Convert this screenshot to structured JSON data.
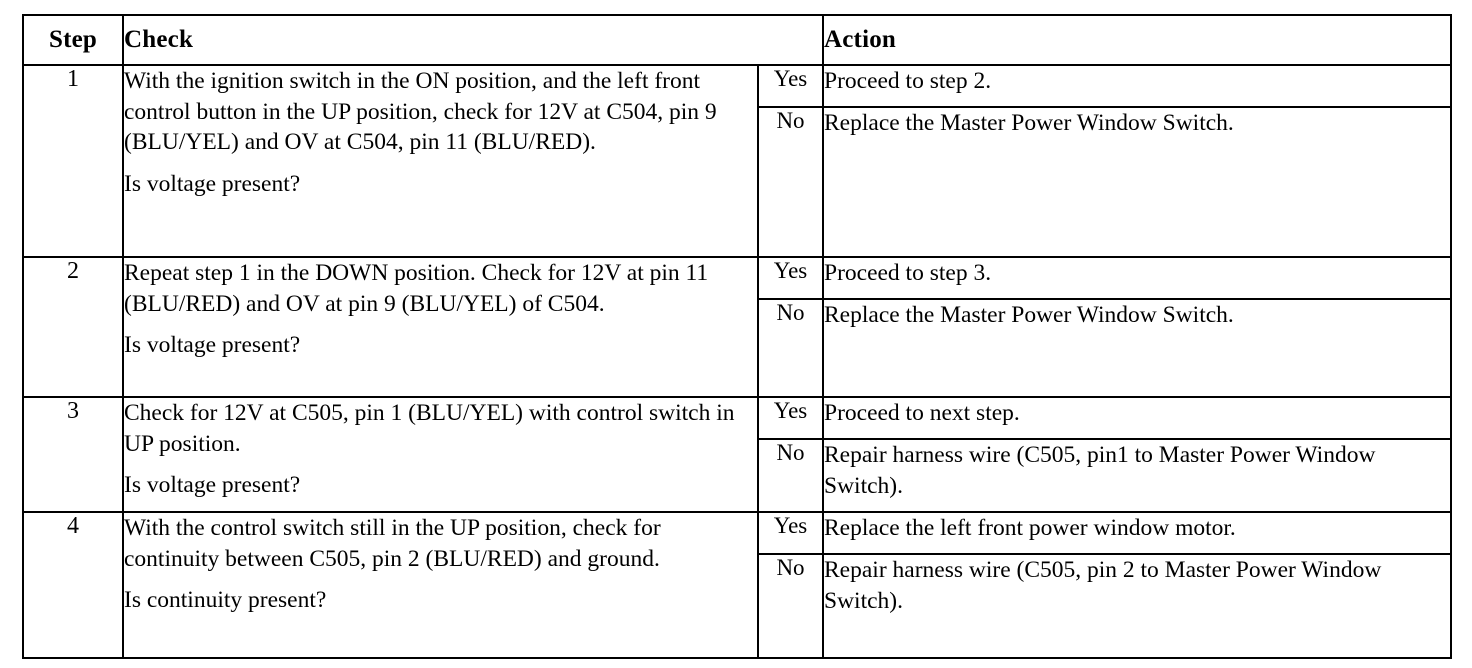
{
  "document": {
    "type": "diagnostic-troubleshooting-table",
    "columns": [
      "Step",
      "Check",
      "",
      "Action"
    ],
    "headers": {
      "step": "Step",
      "check": "Check",
      "action": "Action"
    },
    "answer_labels": {
      "yes": "Yes",
      "no": "No"
    },
    "colors": {
      "ink": "#000000",
      "paper": "#ffffff"
    },
    "rows": [
      {
        "step": "1",
        "check_body": "With the ignition switch in the ON position, and the left front control button in the UP position, check for 12V at C504, pin 9 (BLU/YEL) and OV at C504, pin 11 (BLU/RED).",
        "check_question": "Is voltage present?",
        "yes_label": "Yes",
        "yes_action": "Proceed to step 2.",
        "no_label": "No",
        "no_action": "Replace the Master Power Window Switch."
      },
      {
        "step": "2",
        "check_body": "Repeat step 1 in the DOWN position. Check for 12V at pin 11 (BLU/RED) and OV at pin 9 (BLU/YEL) of C504.",
        "check_question": "Is voltage present?",
        "yes_label": "Yes",
        "yes_action": "Proceed to step 3.",
        "no_label": "No",
        "no_action": "Replace the Master Power Window Switch."
      },
      {
        "step": "3",
        "check_body": "Check for 12V at C505, pin 1 (BLU/YEL) with control switch in UP position.",
        "check_question": "Is voltage present?",
        "yes_label": "Yes",
        "yes_action": "Proceed to next step.",
        "no_label": "No",
        "no_action": "Repair harness wire (C505, pin1 to Master Power Window Switch)."
      },
      {
        "step": "4",
        "check_body": "With the control switch still in the UP position, check for continuity between C505, pin 2 (BLU/RED) and ground.",
        "check_question": "Is continuity present?",
        "yes_label": "Yes",
        "yes_action": "Replace the left front power window motor.",
        "no_label": "No",
        "no_action": "Repair harness wire (C505, pin 2 to Master Power Window Switch)."
      }
    ]
  }
}
